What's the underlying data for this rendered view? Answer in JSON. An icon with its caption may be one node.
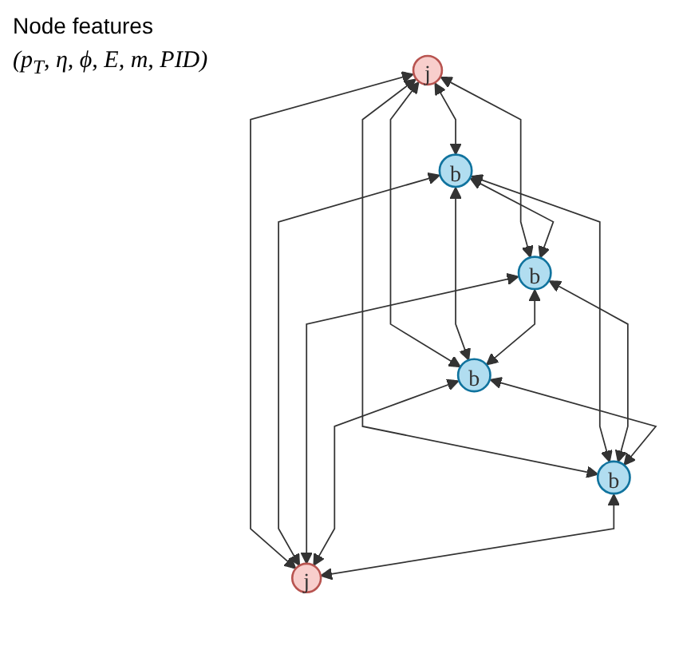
{
  "diagram": {
    "nodes": [
      {
        "text": [
          "j"
        ]
      },
      {
        "text": [
          "b"
        ]
      },
      {
        "text": [
          "b"
        ]
      },
      {
        "text": [
          "b"
        ]
      },
      {
        "text": [
          "b"
        ]
      },
      {
        "text": [
          "j"
        ]
      }
    ],
    "edges": [
      {
        "from": 0,
        "to": 1,
        "arrow": "both"
      },
      {
        "from": 0,
        "to": 2,
        "arrow": "both"
      },
      {
        "from": 0,
        "to": 3,
        "arrow": "both"
      },
      {
        "from": 0,
        "to": 4,
        "arrow": "both"
      },
      {
        "from": 0,
        "to": 5,
        "arrow": "both"
      },
      {
        "from": 1,
        "to": 2,
        "arrow": "both"
      },
      {
        "from": 1,
        "to": 3,
        "arrow": "both"
      },
      {
        "from": 1,
        "to": 4,
        "arrow": "both"
      },
      {
        "from": 1,
        "to": 5,
        "arrow": "both"
      },
      {
        "from": 2,
        "to": 3,
        "arrow": "both"
      },
      {
        "from": 2,
        "to": 4,
        "arrow": "both"
      },
      {
        "from": 2,
        "to": 5,
        "arrow": "both"
      },
      {
        "from": 3,
        "to": 4,
        "arrow": "both"
      },
      {
        "from": 3,
        "to": 5,
        "arrow": "both"
      },
      {
        "from": 4,
        "to": 5,
        "arrow": "both"
      }
    ],
    "labels": [
      "Node features",
      "(p$_{T}$, η, ϕ, E, m, PID)"
    ]
  }
}
